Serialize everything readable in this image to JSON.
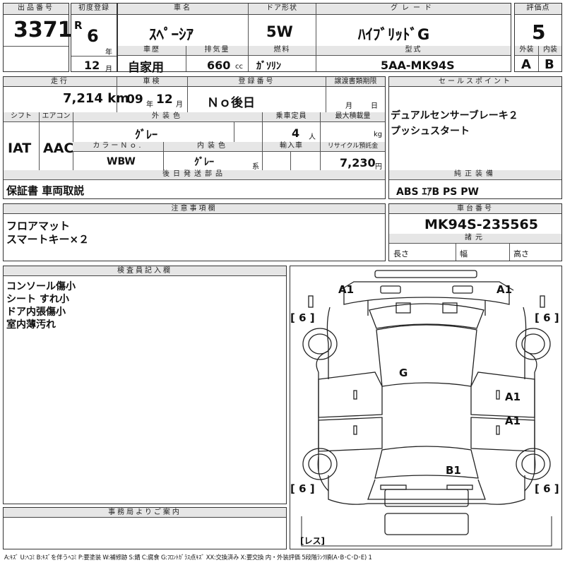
{
  "lot": {
    "label": "出品番号",
    "value": "3371"
  },
  "first_reg": {
    "label": "初度登録",
    "era": "R",
    "year": "6",
    "year_unit": "年",
    "month": "12",
    "month_unit": "月"
  },
  "car_name": {
    "label": "車名",
    "value": "ｽﾍﾟｰｼｱ"
  },
  "doors": {
    "label": "ドア形状",
    "value": "5W"
  },
  "grade": {
    "label": "グレード",
    "value": "ﾊｲﾌﾞﾘｯﾄﾞG"
  },
  "score": {
    "label": "評価点",
    "value": "5",
    "ext_label": "外装",
    "int_label": "内装",
    "ext": "A",
    "int": "B"
  },
  "history": {
    "label": "車歴",
    "value": "自家用"
  },
  "displacement": {
    "label": "排気量",
    "value": "660",
    "unit": "cc"
  },
  "fuel": {
    "label": "燃料",
    "value": "ｶﾞｿﾘﾝ"
  },
  "model": {
    "label": "型式",
    "value": "5AA-MK94S"
  },
  "mileage": {
    "label": "走行",
    "value": "7,214 km"
  },
  "inspection": {
    "label": "車検",
    "year": "09",
    "year_unit": "年",
    "month": "12",
    "month_unit": "月"
  },
  "registration": {
    "label": "登録番号",
    "value": "Ｎｏ後日"
  },
  "transfer_doc": {
    "label": "譲渡書類期限",
    "month_unit": "月",
    "day_unit": "日"
  },
  "sales_point": {
    "label": "セールスポイント",
    "lines": [
      "デュアルセンサーブレーキ２",
      "プッシュスタート"
    ]
  },
  "shift": {
    "label": "シフト",
    "value": "IAT"
  },
  "aircon": {
    "label": "エアコン",
    "value": "AAC"
  },
  "exterior_color": {
    "label": "外装色",
    "value": "ｸﾞﾚｰ"
  },
  "capacity": {
    "label": "乗車定員",
    "value": "4",
    "unit": "人"
  },
  "max_load": {
    "label": "最大積載量",
    "unit": "kg"
  },
  "color_no": {
    "label": "カラーＮｏ.",
    "value": "WBW"
  },
  "interior_color": {
    "label": "内装色",
    "value": "ｸﾞﾚｰ",
    "unit": "系"
  },
  "import": {
    "label": "輸入車"
  },
  "recycle": {
    "label": "リサイクル預託金",
    "value": "7,230",
    "unit": "円"
  },
  "later_parts": {
    "label": "後日発送部品",
    "value": "保証書 車両取説"
  },
  "genuine": {
    "label": "純正装備",
    "value": "ABS ｴｱB PS PW"
  },
  "notes": {
    "label": "注意事項欄",
    "lines": [
      "フロアマット",
      "スマートキー×２"
    ]
  },
  "chassis": {
    "label": "車台番号",
    "value": "MK94S-235565"
  },
  "dims": {
    "label": "諸元",
    "length": "長さ",
    "width": "幅",
    "height": "高さ"
  },
  "inspector": {
    "label": "検査員記入欄",
    "lines": [
      "コンソール傷小",
      "シート すれ小",
      "ドア内張傷小",
      "室内薄汚れ"
    ]
  },
  "office": {
    "label": "事務局よりご案内"
  },
  "diagram": {
    "marks": {
      "a1_front_left": "A1",
      "a1_front_right": "A1",
      "g_roof": "G",
      "a1_right_1": "A1",
      "a1_right_2": "A1",
      "b1_rear": "B1"
    },
    "tires": {
      "fl": "6",
      "fr": "6",
      "rl": "6",
      "rr": "6"
    },
    "spare": "レス"
  },
  "legend": "A:ｷｽﾞ U:ﾍｺﾐ B:ｷｽﾞを伴うﾍｺﾐ P:要塗装 W:補修跡 S:錆 C:腐食 G:ﾌﾛﾝﾄｶﾞﾗｽ点ｷｽﾞ XX:交換済み X:要交換 内・外装評価 5段階ﾗﾝｸ順(A･B･C･D･E) 1"
}
